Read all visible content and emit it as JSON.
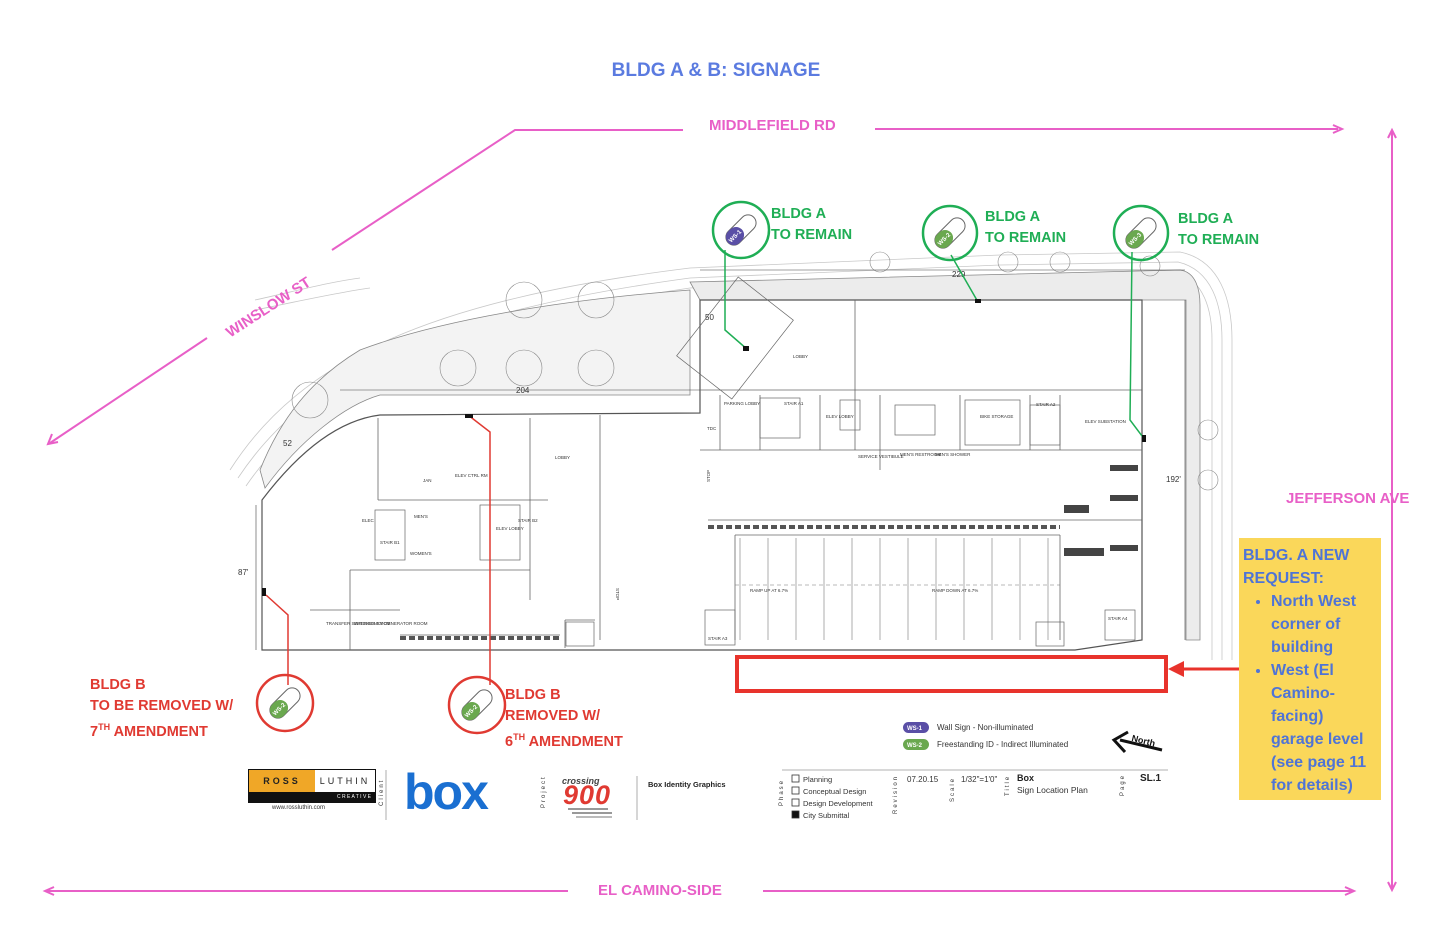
{
  "page_title": "BLDG A & B:  SIGNAGE",
  "streets": {
    "north": "MIDDLEFIELD RD",
    "west": "WINSLOW ST",
    "east": "JEFFERSON AVE",
    "south": "EL CAMINO-SIDE"
  },
  "signs": [
    {
      "code": "WS-1",
      "color": "#5a4fa6",
      "building": "BLDG A",
      "status": "TO REMAIN"
    },
    {
      "code": "WS-2",
      "color": "#6aa84f",
      "building": "BLDG A",
      "status": "TO REMAIN"
    },
    {
      "code": "WS-3",
      "color": "#6aa84f",
      "building": "BLDG A",
      "status": "TO REMAIN"
    },
    {
      "code": "WS-2",
      "color": "#6aa84f",
      "building": "BLDG B",
      "status_line1": "TO BE REMOVED W/",
      "amend_num": "7",
      "amend_sup": "TH",
      "amend_text": " AMENDMENT"
    },
    {
      "code": "WS-2",
      "color": "#6aa84f",
      "building": "BLDG B",
      "status_line1": "REMOVED W/",
      "amend_num": "6",
      "amend_sup": "TH",
      "amend_text": " AMENDMENT"
    }
  ],
  "new_request": {
    "heading": "BLDG. A NEW REQUEST:",
    "items": [
      "North West corner of building",
      "West (El Camino-facing) garage level (see page 11 for details)"
    ]
  },
  "dimensions": [
    "204",
    "52",
    "87'",
    "50",
    "229",
    "192'"
  ],
  "rooms": [
    "LOBBY",
    "PARKING LOBBY",
    "STAIR A1",
    "ELEV LOBBY",
    "STAIR A2",
    "ELEV SUBSTATION",
    "JAN",
    "ELEV CTRL RM",
    "LOBBY",
    "STAIR B1",
    "STAIR B2",
    "ELEV LOBBY",
    "WOMEN'S",
    "MEN'S",
    "ELEC",
    "TRANSFER SWITCHES ROOM",
    "EMERGENCY GENERATOR ROOM",
    "SERVICE VESTIBULE",
    "MEN'S RESTROOM",
    "MEN'S SHOWER",
    "STAIR A3",
    "STAIR A4",
    "RAMP UP AT 6.7%",
    "RAMP DOWN AT 6.7%",
    "STOP",
    "STOP",
    "TDC",
    "BIKE STORAGE"
  ],
  "legend": [
    {
      "code": "WS-1",
      "color": "#5a4fa6",
      "text": "Wall Sign - Non-illuminated"
    },
    {
      "code": "WS-2",
      "color": "#6aa84f",
      "text": "Freestanding ID - Indirect Illuminated"
    }
  ],
  "north_label": "North",
  "title_block": {
    "firm_left": "ROSS",
    "firm_right": "LUTHIN",
    "firm_sub": "C R E A T I V E",
    "firm_url": "www.rossluthin.com",
    "client_label": "Client",
    "client_logo": "box",
    "project_label": "Project",
    "project_top": "crossing",
    "project_num": "900",
    "project_name": "Box Identity Graphics",
    "phase_label": "Phase",
    "phases": [
      "Planning",
      "Conceptual Design",
      "Design Development",
      "City Submittal"
    ],
    "revision_label": "Revision",
    "date": "07.20.15",
    "scale_label": "Scale",
    "scale": "1/32\"=1'0\"",
    "title_label": "Title",
    "title_bold": "Box",
    "title_text": "Sign Location Plan",
    "page_label": "Page",
    "page": "SL.1"
  }
}
